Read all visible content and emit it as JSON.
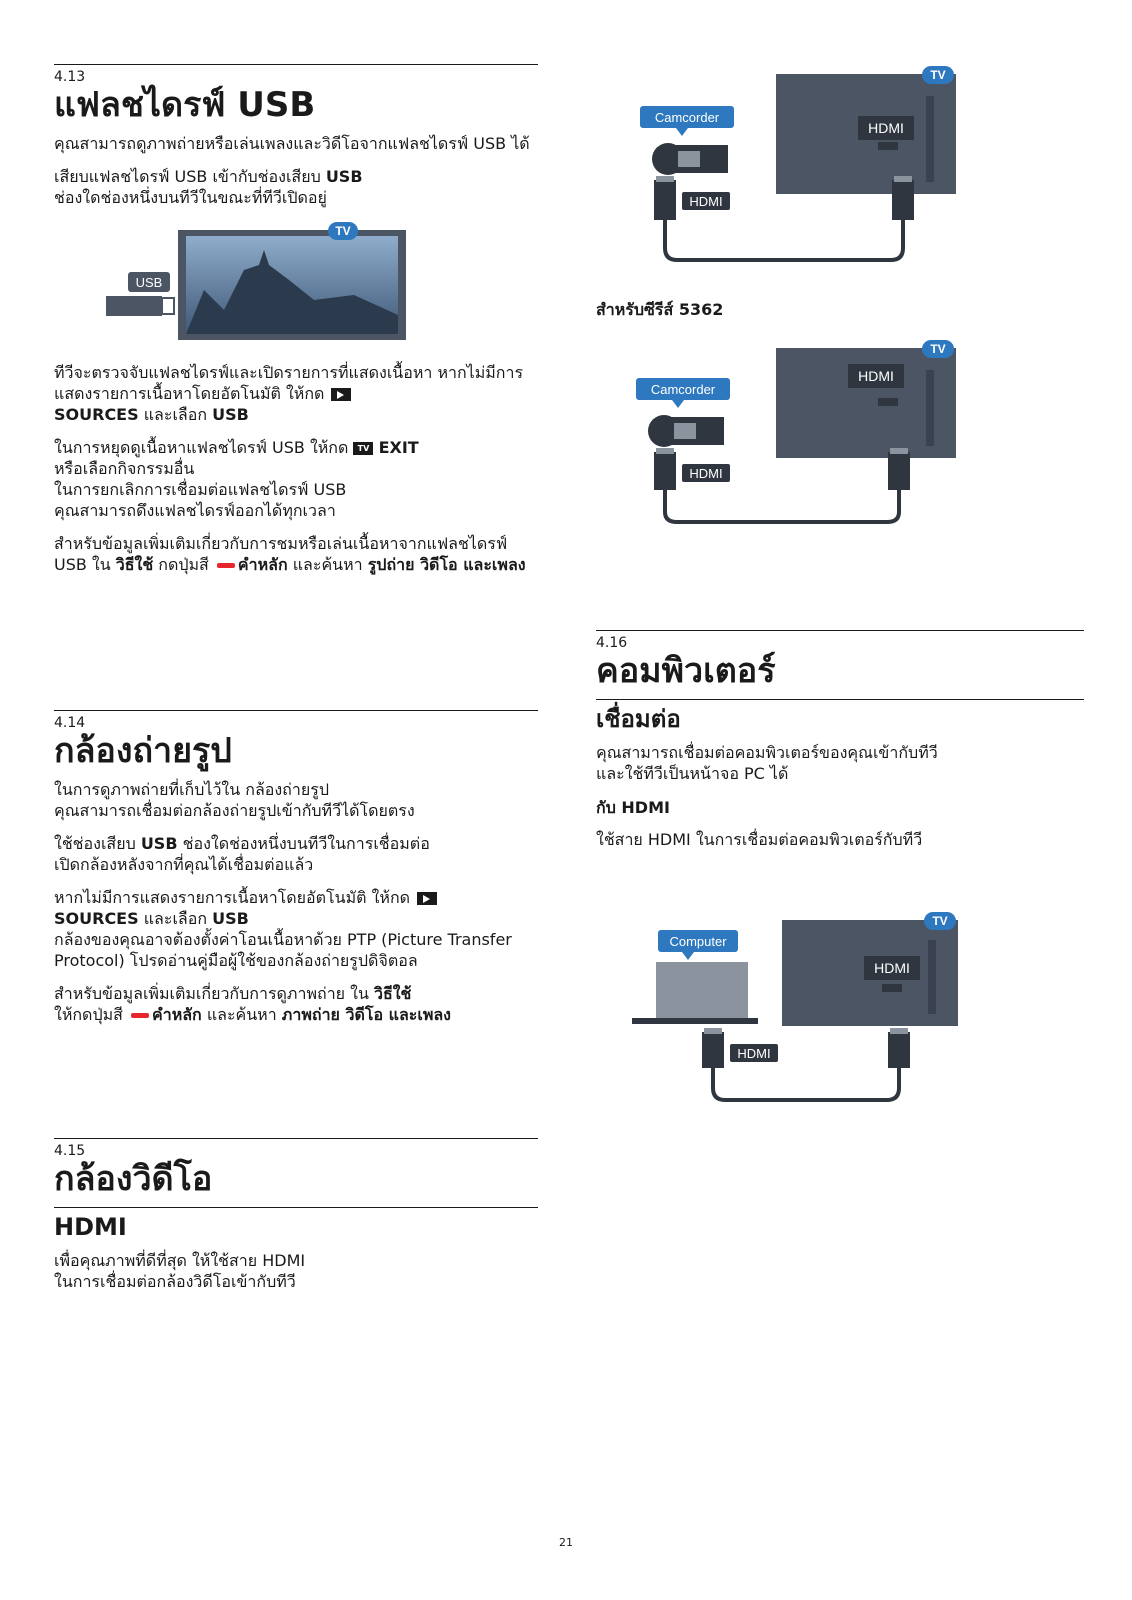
{
  "s413": {
    "num": "4.13",
    "title": "แฟลชไดรฟ์ USB",
    "p1": "คุณสามารถดูภาพถ่ายหรือเล่นเพลงและวิดีโอจากแฟลชไดรฟ์ USB ได้",
    "p2a": "เสียบแฟลชไดรฟ์ USB เข้ากับช่องเสียบ ",
    "p2b": "USB",
    "p2c": "ช่องใดช่องหนึ่งบนทีวีในขณะที่ทีวีเปิดอยู่",
    "fig": {
      "usb": "USB",
      "tv": "TV"
    },
    "p3a": "ทีวีจะตรวจจับแฟลชไดรฟ์และเปิดรายการที่แสดงเนื้อหา หากไม่มีการแสดงรายการเนื้อหาโดยอัตโนมัติ ให้กด ",
    "p3b": "SOURCES",
    "p3c": " และเลือก ",
    "p3d": "USB",
    "p4a": "ในการหยุดดูเนื้อหาแฟลชไดรฟ์ USB ให้กด ",
    "p4b": "EXIT",
    "p4c": "หรือเลือกกิจกรรมอื่น",
    "p4d": "ในการยกเลิกการเชื่อมต่อแฟลชไดรฟ์ USB",
    "p4e": "คุณสามารถดึงแฟลชไดรฟ์ออกได้ทุกเวลา",
    "p5a": "สำหรับข้อมูลเพิ่มเติมเกี่ยวกับการชมหรือเล่นเนื้อหาจากแฟลชไดรฟ์ USB ใน ",
    "p5b": "วิธีใช้",
    "p5c": " กดปุ่มสี ",
    "p5d": "คำหลัก",
    "p5e": " และค้นหา ",
    "p5f": "รูปถ่าย วิดีโอ และเพลง"
  },
  "s414": {
    "num": "4.14",
    "title": "กล้องถ่ายรูป",
    "p1a": "ในการดูภาพถ่ายที่เก็บไว้ใน กล้องถ่ายรูป",
    "p1b": "คุณสามารถเชื่อมต่อกล้องถ่ายรูปเข้ากับทีวีได้โดยตรง",
    "p2a": "ใช้ช่องเสียบ ",
    "p2b": "USB",
    "p2c": " ช่องใดช่องหนึ่งบนทีวีในการเชื่อมต่อ",
    "p2d": "เปิดกล้องหลังจากที่คุณได้เชื่อมต่อแล้ว",
    "p3a": "หากไม่มีการแสดงรายการเนื้อหาโดยอัตโนมัติ ให้กด ",
    "p3b": "SOURCES",
    "p3c": " และเลือก ",
    "p3d": "USB",
    "p3e": "กล้องของคุณอาจต้องตั้งค่าโอนเนื้อหาด้วย PTP (Picture Transfer Protocol) โปรดอ่านคู่มือผู้ใช้ของกล้องถ่ายรูปดิจิตอล",
    "p4a": "สำหรับข้อมูลเพิ่มเติมเกี่ยวกับการดูภาพถ่าย ใน ",
    "p4b": "วิธีใช้",
    "p4c": "ให้กดปุ่มสี ",
    "p4d": "คำหลัก",
    "p4e": " และค้นหา ",
    "p4f": "ภาพถ่าย วิดีโอ และเพลง"
  },
  "s415": {
    "num": "4.15",
    "title": "กล้องวิดีโอ",
    "sub": "HDMI",
    "p1a": "เพื่อคุณภาพที่ดีที่สุด ให้ใช้สาย HDMI",
    "p1b": "ในการเชื่อมต่อกล้องวิดีโอเข้ากับทีวี",
    "fig1": {
      "device": "Camcorder",
      "port": "HDMI",
      "cable": "HDMI",
      "tv": "TV"
    },
    "series": "สำหรับซีรีส์ 5362",
    "fig2": {
      "device": "Camcorder",
      "port": "HDMI",
      "cable": "HDMI",
      "tv": "TV"
    }
  },
  "s416": {
    "num": "4.16",
    "title": "คอมพิวเตอร์",
    "sub": "เชื่อมต่อ",
    "p1a": "คุณสามารถเชื่อมต่อคอมพิวเตอร์ของคุณเข้ากับทีวี",
    "p1b": "และใช้ทีวีเป็นหน้าจอ PC ได้",
    "head": "กับ HDMI",
    "p2": "ใช้สาย HDMI ในการเชื่อมต่อคอมพิวเตอร์กับทีวี",
    "fig": {
      "device": "Computer",
      "port": "HDMI",
      "cable": "HDMI",
      "tv": "TV"
    }
  },
  "page": "21",
  "colors": {
    "diagram_gray": "#4b5564",
    "label_blue": "#2e78bf",
    "cable": "#2f3640",
    "red_button": "#e8262d"
  }
}
